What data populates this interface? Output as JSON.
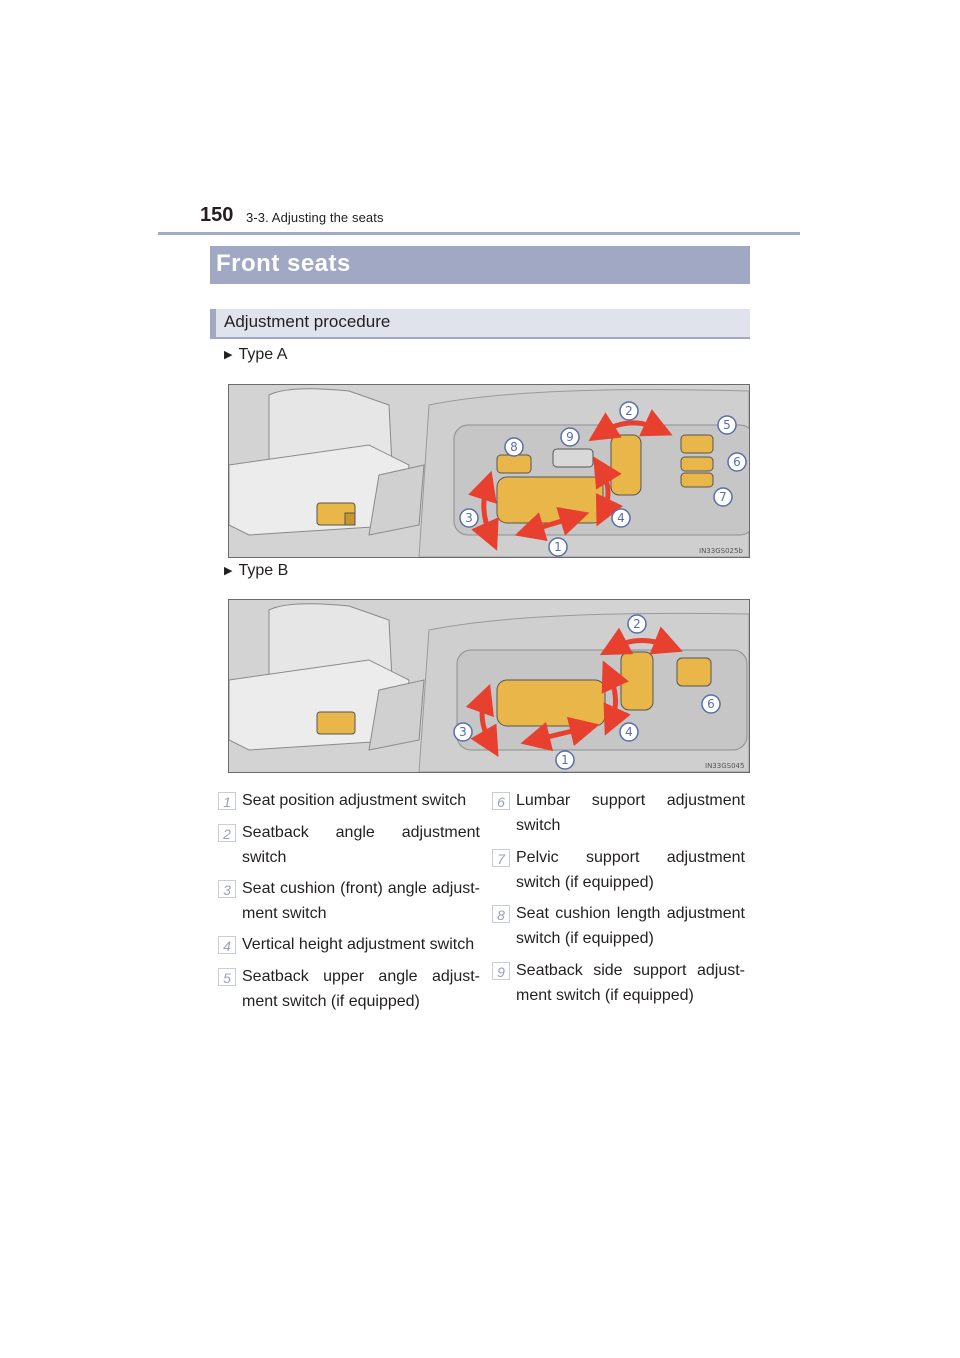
{
  "header": {
    "page_number": "150",
    "section_ref": "3-3. Adjusting the seats"
  },
  "section": {
    "title": "Front seats"
  },
  "subsection": {
    "title": "Adjustment procedure"
  },
  "figures": [
    {
      "type_label": "Type A",
      "code": "IN33GS025b",
      "callouts": [
        "1",
        "2",
        "3",
        "4",
        "5",
        "6",
        "7",
        "8",
        "9"
      ]
    },
    {
      "type_label": "Type B",
      "code": "IN33GS045",
      "callouts": [
        "1",
        "2",
        "3",
        "4",
        "6"
      ]
    }
  ],
  "legend": [
    {
      "num": "1",
      "text": "Seat position adjustment switch"
    },
    {
      "num": "2",
      "text": "Seatback angle adjustment switch"
    },
    {
      "num": "3",
      "text": "Seat cushion (front) angle adjust-ment switch"
    },
    {
      "num": "4",
      "text": "Vertical height adjustment switch"
    },
    {
      "num": "5",
      "text": "Seatback upper angle adjust-ment switch (if equipped)"
    },
    {
      "num": "6",
      "text": "Lumbar support adjustment switch"
    },
    {
      "num": "7",
      "text": "Pelvic support adjustment switch (if equipped)"
    },
    {
      "num": "8",
      "text": "Seat cushion length adjustment switch (if equipped)"
    },
    {
      "num": "9",
      "text": "Seatback side support adjust-ment switch (if equipped)"
    }
  ],
  "colors": {
    "accent_bar": "#a1a8c3",
    "sub_bar": "#e1e3ec",
    "switch_fill": "#e9b64a",
    "arrow": "#e8402f",
    "callout": "#5a6ea8"
  }
}
